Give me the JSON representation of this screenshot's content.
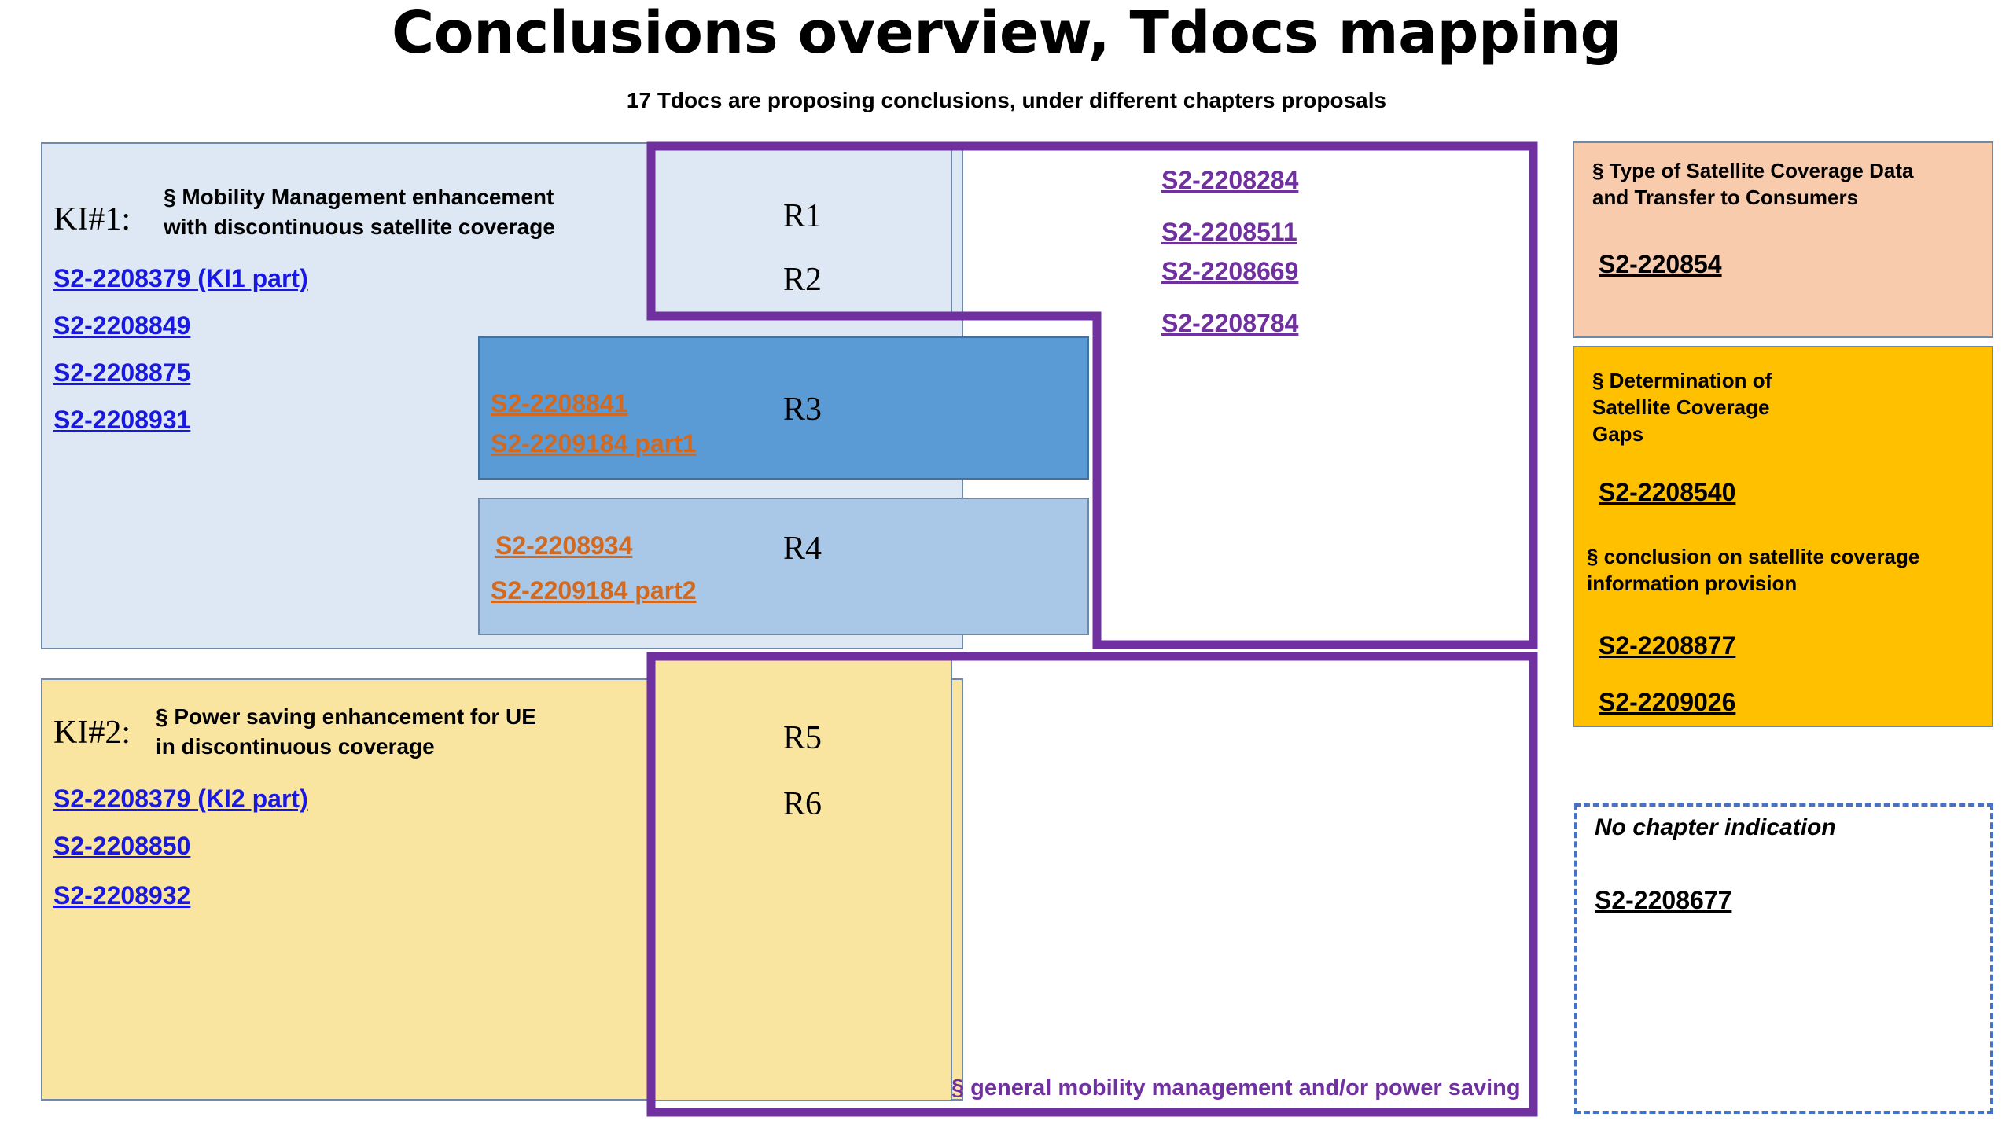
{
  "title": "Conclusions overview, Tdocs mapping",
  "subtitle": "17 Tdocs are proposing conclusions, under different chapters proposals",
  "ki1": {
    "label": "KI#1:",
    "heading": "§ Mobility Management enhancement\nwith discontinuous satellite coverage",
    "tdocs": [
      "S2-2208379 (KI1 part)",
      "S2-2208849",
      "S2-2208875",
      "S2-2208931"
    ]
  },
  "ki2": {
    "label": "KI#2:",
    "heading": "§ Power saving enhancement for UE\n  in discontinuous coverage",
    "tdocs": [
      "S2-2208379 (KI2 part)",
      "S2-2208850",
      "S2-2208932"
    ]
  },
  "recommendations": {
    "r12": {
      "labels": [
        "R1",
        "R2"
      ]
    },
    "r3": {
      "label": "R3",
      "tdocs": [
        "S2-2208841",
        "S2-2209184 part1"
      ]
    },
    "r4": {
      "label": "R4",
      "tdocs": [
        "S2-2208934",
        "S2-2209184 part2"
      ]
    },
    "r56": {
      "labels": [
        "R5",
        "R6"
      ]
    }
  },
  "general_tdocs": [
    "S2-2208284",
    "S2-2208511",
    "S2-2208669",
    "S2-2208784"
  ],
  "general_note": "§ general mobility management and/or power saving",
  "cards": {
    "coverage_data": {
      "heading": "§ Type of Satellite Coverage Data\nand Transfer to Consumers",
      "tdocs": [
        "S2-220854"
      ]
    },
    "coverage_gaps": {
      "heading": "§ Determination of\nSatellite Coverage\nGaps",
      "tdocs": [
        "S2-2208540"
      ],
      "heading2": "§ conclusion on satellite coverage\ninformation provision",
      "tdocs2": [
        "S2-2208877",
        "S2-2209026"
      ]
    },
    "no_chapter": {
      "heading": "No chapter indication",
      "tdocs": [
        "S2-2208677"
      ]
    }
  },
  "colors": {
    "purple": "#7030a0",
    "light_blue": "#dee7f4",
    "mid_blue": "#a9c8e8",
    "dark_blue": "#5b9bd5",
    "yellow": "#fae5a0",
    "gold": "#ffc000",
    "peach": "#f8cbad",
    "link_blue": "#1818e0",
    "link_orange": "#d2691e",
    "border_blue": "#7089a8",
    "dashed_blue": "#4472c4"
  }
}
